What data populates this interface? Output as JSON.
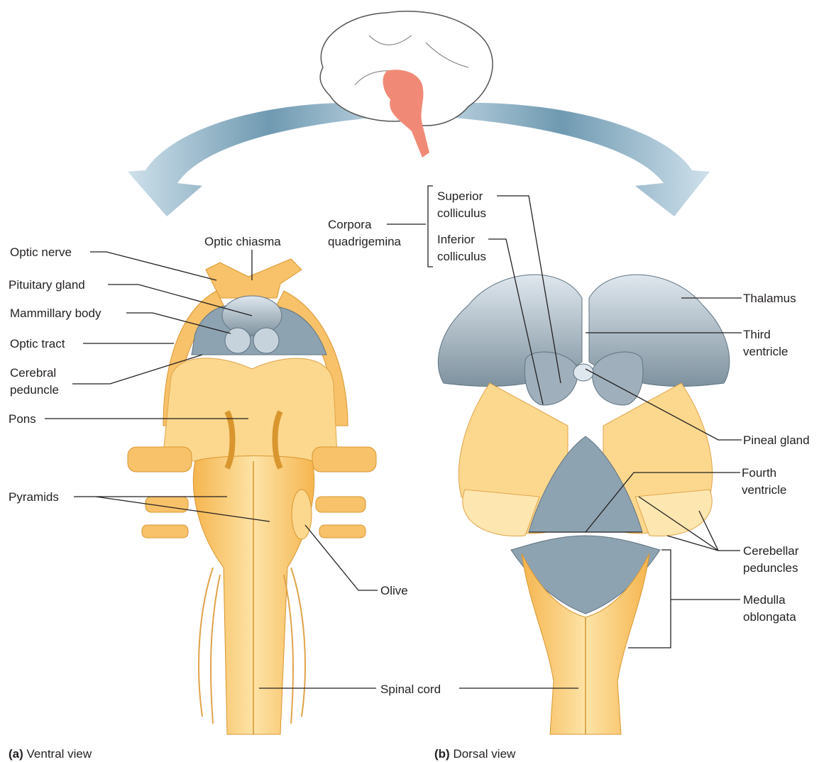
{
  "ventral": {
    "caption_letter": "(a)",
    "caption_text": " Ventral view",
    "labels": {
      "optic_nerve": "Optic nerve",
      "optic_chiasma": "Optic chiasma",
      "pituitary_gland": "Pituitary gland",
      "mammillary_body": "Mammillary body",
      "optic_tract": "Optic tract",
      "cerebral_peduncle_1": "Cerebral",
      "cerebral_peduncle_2": "peduncle",
      "pons": "Pons",
      "pyramids": "Pyramids",
      "olive": "Olive"
    }
  },
  "dorsal": {
    "caption_letter": "(b)",
    "caption_text": " Dorsal view",
    "labels": {
      "corpora_1": "Corpora",
      "corpora_2": "quadrigemina",
      "superior_1": "Superior",
      "superior_2": "colliculus",
      "inferior_1": "Inferior",
      "inferior_2": "colliculus",
      "thalamus": "Thalamus",
      "third_1": "Third",
      "third_2": "ventricle",
      "pineal": "Pineal gland",
      "fourth_1": "Fourth",
      "fourth_2": "ventricle",
      "cerebellar_1": "Cerebellar",
      "cerebellar_2": "peduncles",
      "medulla_1": "Medulla",
      "medulla_2": "oblongata"
    }
  },
  "shared": {
    "spinal_cord": "Spinal cord"
  },
  "colors": {
    "tissue": "#f7c26a",
    "tissue_light": "#fbe3a8",
    "grey_blue": "#9fb0bc",
    "arrow": "#8fb3c9",
    "highlight": "#f08a76"
  }
}
